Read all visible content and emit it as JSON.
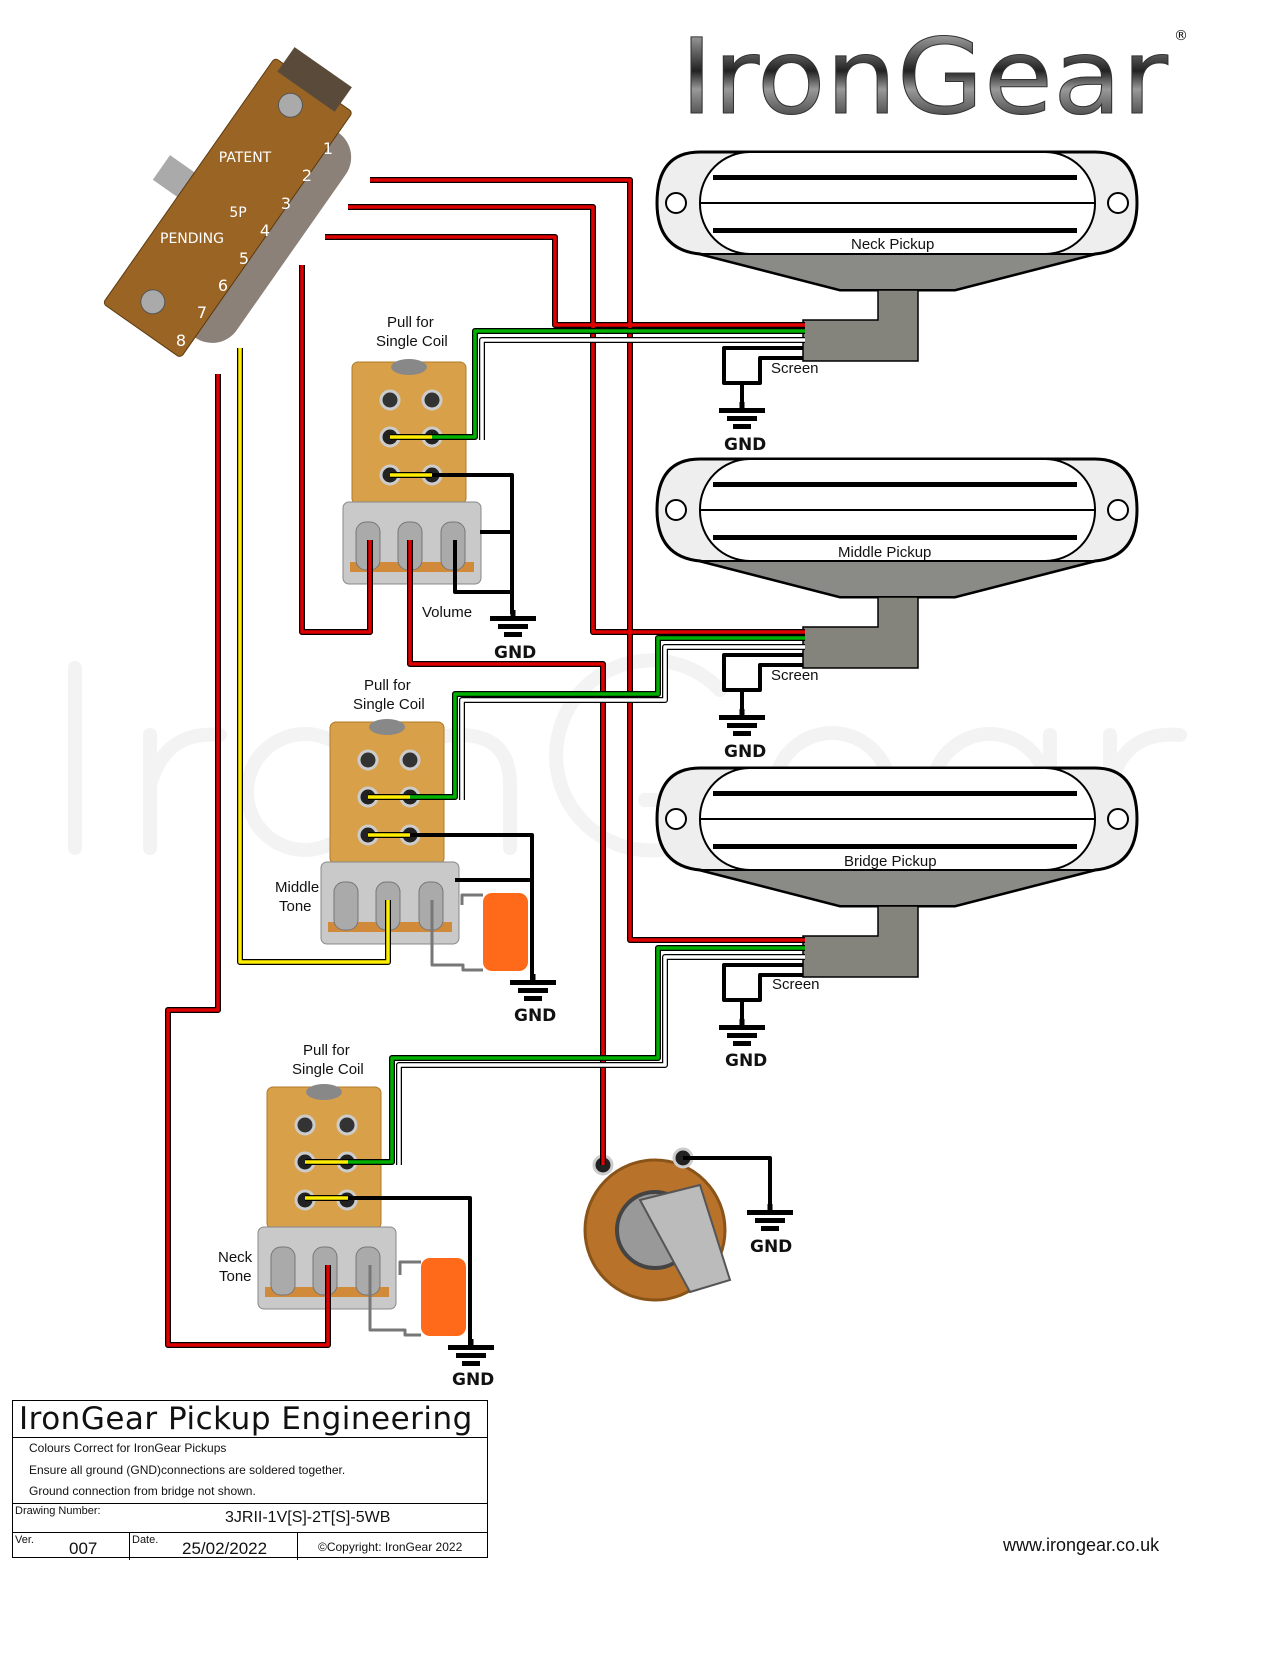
{
  "brand": {
    "logo": "IronGear",
    "registered": "®",
    "watermark": "IronGear"
  },
  "switch": {
    "text_line1": "PATENT",
    "text_line2": "PENDING",
    "model": "5P",
    "terminals": [
      "1",
      "2",
      "3",
      "4",
      "5",
      "6",
      "7",
      "8"
    ]
  },
  "pickups": [
    {
      "label": "Neck Pickup",
      "screen_label": "Screen",
      "gnd_label": "GND"
    },
    {
      "label": "Middle Pickup",
      "screen_label": "Screen",
      "gnd_label": "GND"
    },
    {
      "label": "Bridge Pickup",
      "screen_label": "Screen",
      "gnd_label": "GND"
    }
  ],
  "pots": [
    {
      "pull_label_1": "Pull for",
      "pull_label_2": "Single Coil",
      "name_1": "Volume",
      "name_2": "",
      "gnd_label": "GND"
    },
    {
      "pull_label_1": "Pull for",
      "pull_label_2": "Single Coil",
      "name_1": "Middle",
      "name_2": "Tone",
      "gnd_label": "GND"
    },
    {
      "pull_label_1": "Pull for",
      "pull_label_2": "Single Coil",
      "name_1": "Neck",
      "name_2": "Tone",
      "gnd_label": "GND"
    }
  ],
  "jack": {
    "gnd_label": "GND"
  },
  "wire_colors": {
    "hot": "#e00000",
    "north": "#00b000",
    "south": "#ffffff",
    "screen": "#000000",
    "link": "#ffee00",
    "cap_lead": "#888888"
  },
  "title_block": {
    "title": "IronGear Pickup Engineering",
    "notes": [
      "Colours Correct for IronGear Pickups",
      "Ensure all ground (GND)connections are soldered together.",
      "Ground connection from bridge not shown."
    ],
    "drawing_number_label": "Drawing Number:",
    "drawing_number": "3JRII-1V[S]-2T[S]-5WB",
    "ver_label": "Ver.",
    "ver": "007",
    "date_label": "Date.",
    "date": "25/02/2022",
    "copyright": "©Copyright: IronGear 2022"
  },
  "website": "www.irongear.co.uk"
}
